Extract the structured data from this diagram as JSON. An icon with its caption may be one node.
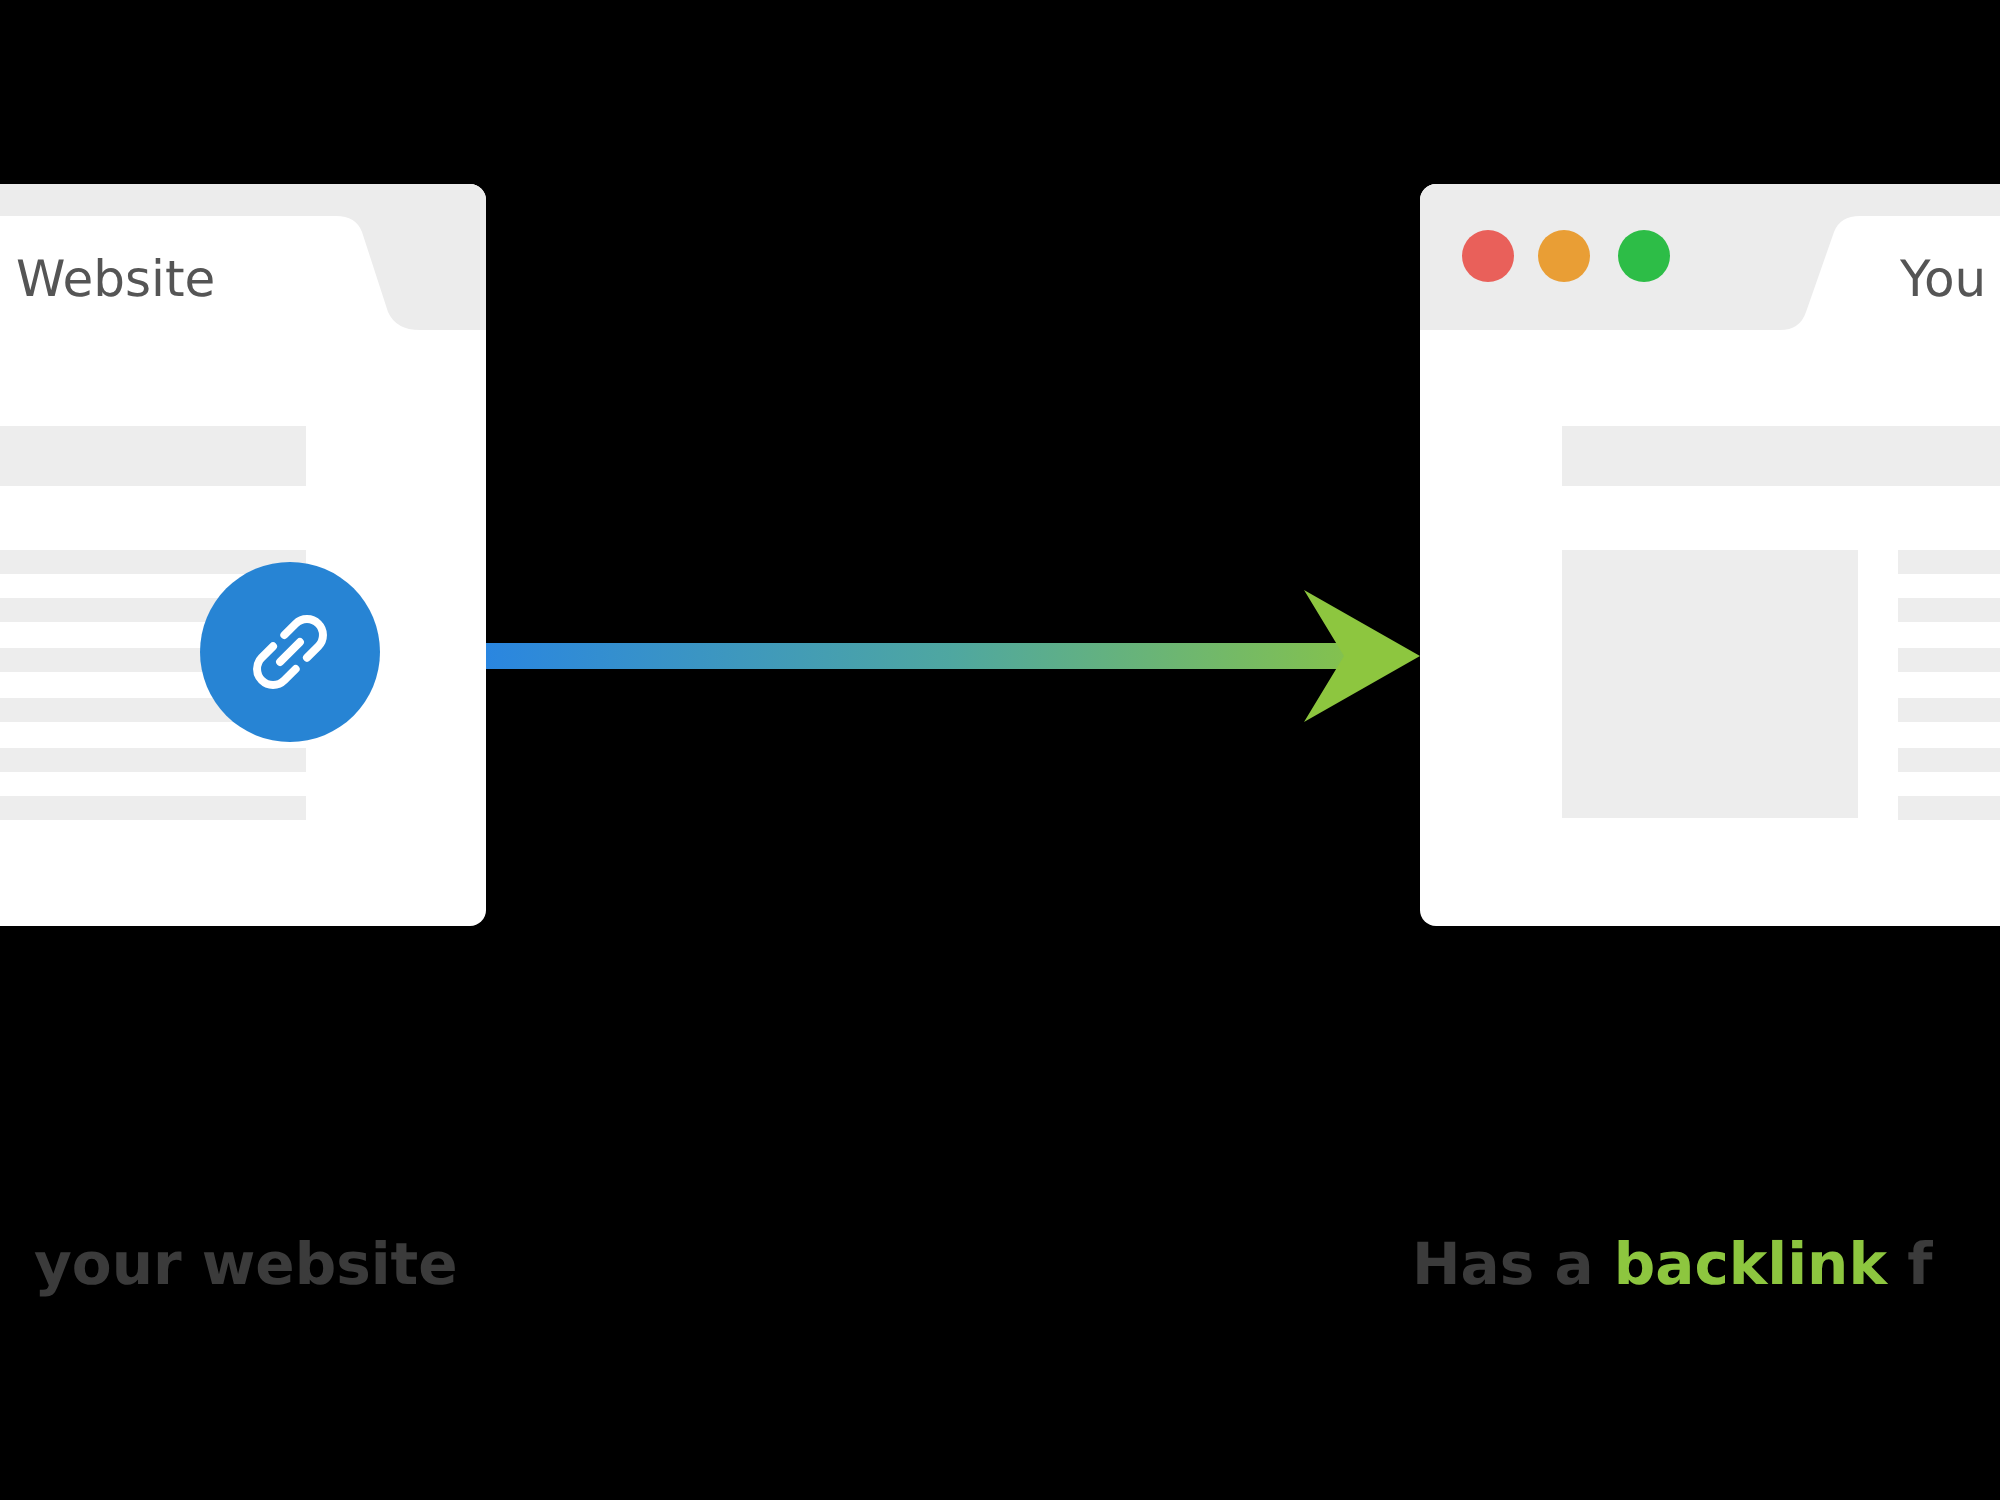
{
  "diagram": {
    "nodes": [
      {
        "text": [
          "Website"
        ]
      },
      {
        "text": [
          "You"
        ]
      }
    ],
    "edges": [
      {
        "from": 0,
        "to": 1,
        "arrow": "to"
      }
    ],
    "labels": [
      "your website",
      "Has a **backlink** f"
    ]
  }
}
